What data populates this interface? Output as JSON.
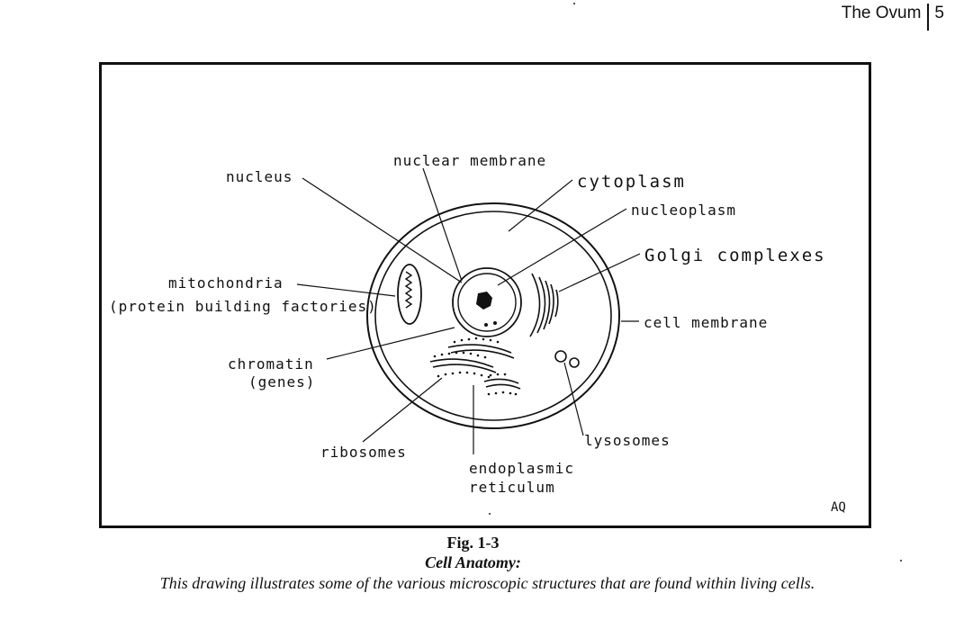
{
  "header": {
    "title": "The Ovum",
    "page_number": "5"
  },
  "diagram": {
    "labels": {
      "nuclear_membrane": "nuclear membrane",
      "nucleus": "nucleus",
      "cytoplasm": "cytoplasm",
      "nucleoplasm": "nucleoplasm",
      "golgi": "Golgi complexes",
      "mitochondria": "mitochondria",
      "mitochondria_note": "(protein building factories)",
      "cell_membrane": "cell membrane",
      "chromatin": "chromatin",
      "chromatin_note": "(genes)",
      "ribosomes": "ribosomes",
      "lysosomes": "lysosomes",
      "er_line1": "endoplasmic",
      "er_line2": "reticulum",
      "signature": "AQ"
    }
  },
  "caption": {
    "figure_number": "Fig. 1-3",
    "title": "Cell Anatomy:",
    "description": "This drawing illustrates some of the various microscopic structures that are found within living cells."
  }
}
